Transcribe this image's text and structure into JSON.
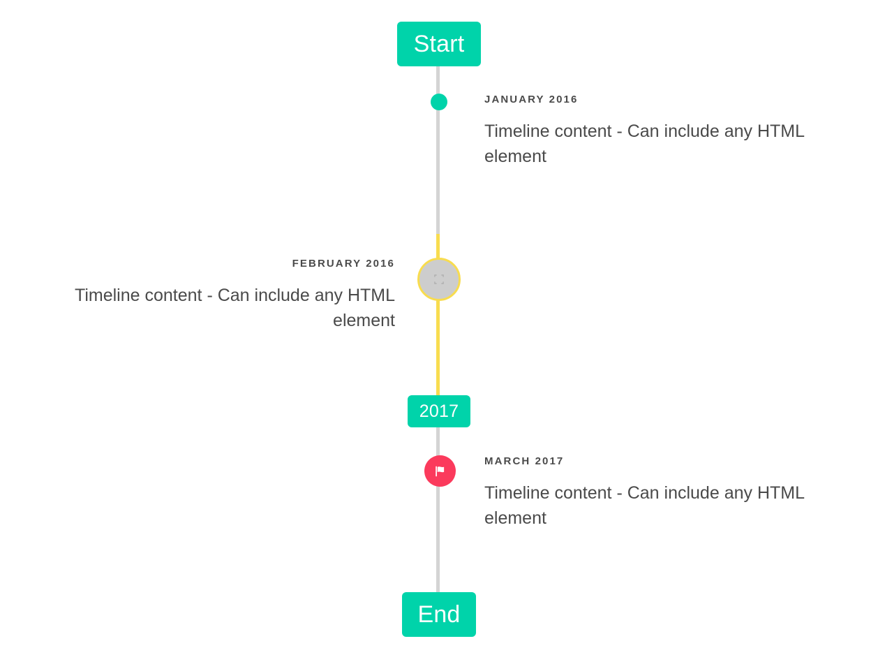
{
  "timeline": {
    "start_label": "Start",
    "mid_label": "2017",
    "end_label": "End",
    "colors": {
      "accent_teal": "#00d3aa",
      "line_gray": "#d4d4d4",
      "line_yellow": "#f8dc4f",
      "flag_pink": "#fb3a5c",
      "placeholder_gray": "#cdcdcd",
      "text_gray": "#4a4a4a"
    },
    "entries": [
      {
        "date": "JANUARY 2016",
        "body": "Timeline content - Can include any HTML element",
        "side": "right",
        "marker": "dot-teal"
      },
      {
        "date": "FEBRUARY 2016",
        "body": "Timeline content - Can include any HTML element",
        "side": "left",
        "marker": "broken-image-placeholder"
      },
      {
        "date": "MARCH 2017",
        "body": "Timeline content - Can include any HTML element",
        "side": "right",
        "marker": "flag-icon"
      }
    ]
  }
}
